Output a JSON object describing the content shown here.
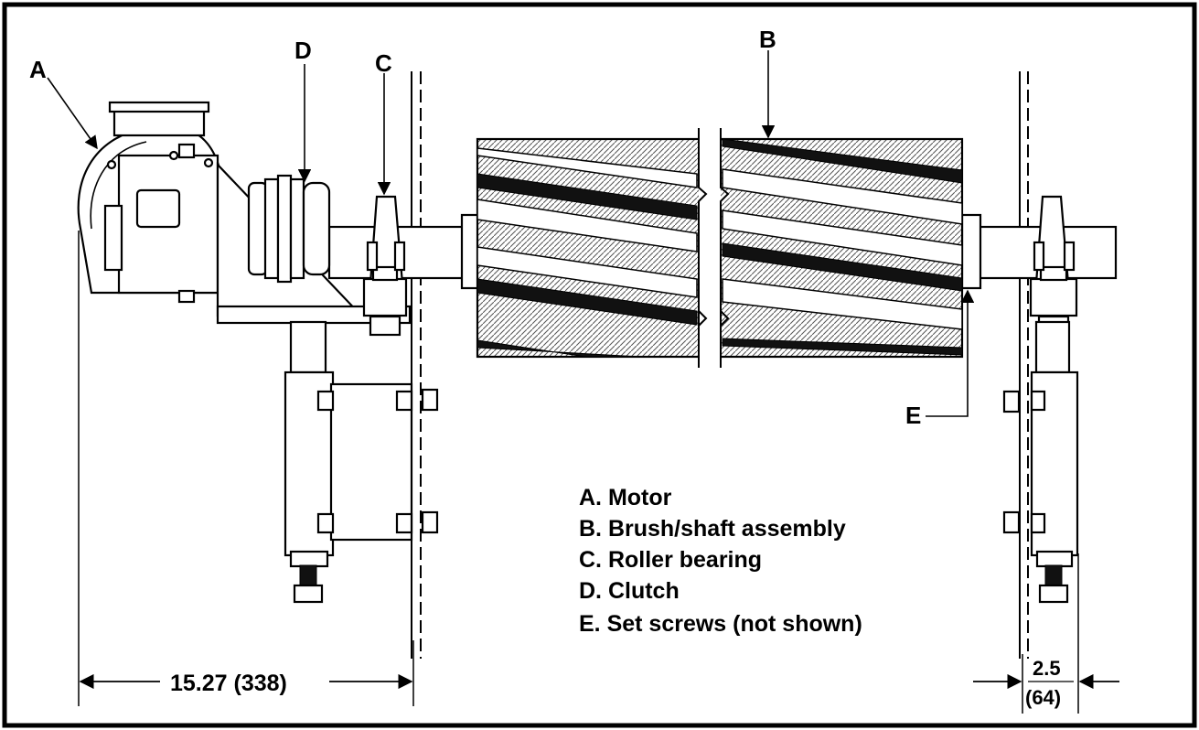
{
  "callouts": {
    "a": "A",
    "b": "B",
    "c": "C",
    "d": "D",
    "e": "E"
  },
  "legend": [
    "A.  Motor",
    "B.  Brush/shaft assembly",
    "C.  Roller bearing",
    "D.  Clutch",
    "E.  Set screws (not shown)"
  ],
  "dimensions": {
    "left": "15.27 (338)",
    "right_value": "2.5",
    "right_metric": "(64)"
  }
}
